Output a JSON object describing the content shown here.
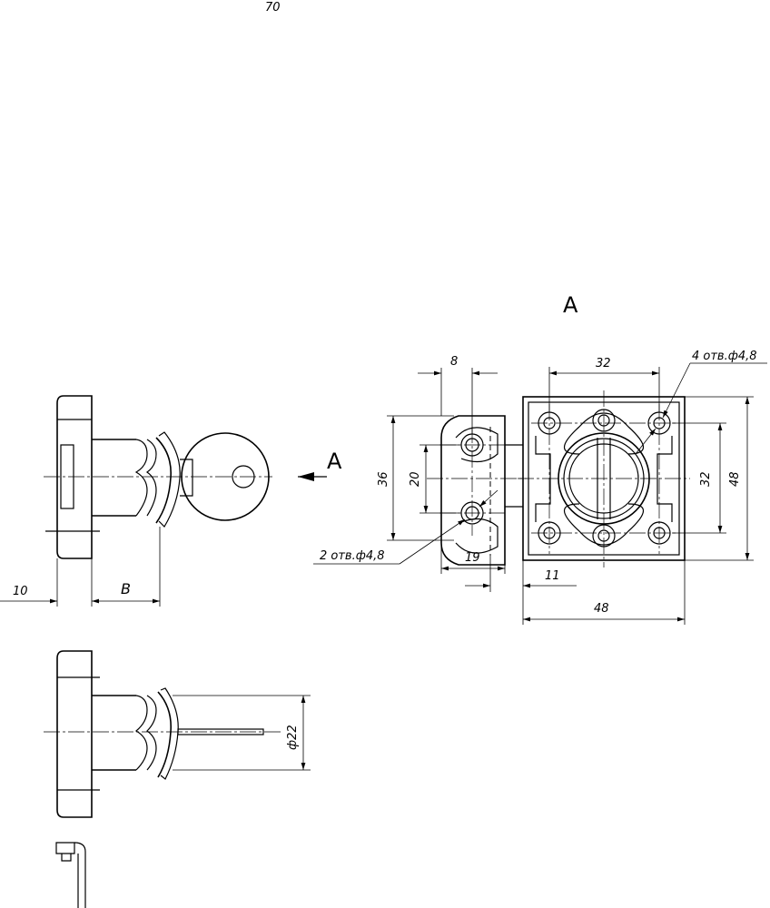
{
  "drawing": {
    "top_cut_label": "70",
    "view_label_top": "A",
    "view_arrow_label": "A",
    "dims": {
      "d8": "8",
      "d32_top": "32",
      "holes4": "4 отв.ф4,8",
      "d36": "36",
      "d20": "20",
      "d32_right": "32",
      "d48_right": "48",
      "holes2": "2 отв.ф4,8",
      "d19": "19",
      "d11": "11",
      "d48_bottom": "48",
      "d10": "10",
      "dB": "B",
      "d22": "ф22"
    }
  }
}
